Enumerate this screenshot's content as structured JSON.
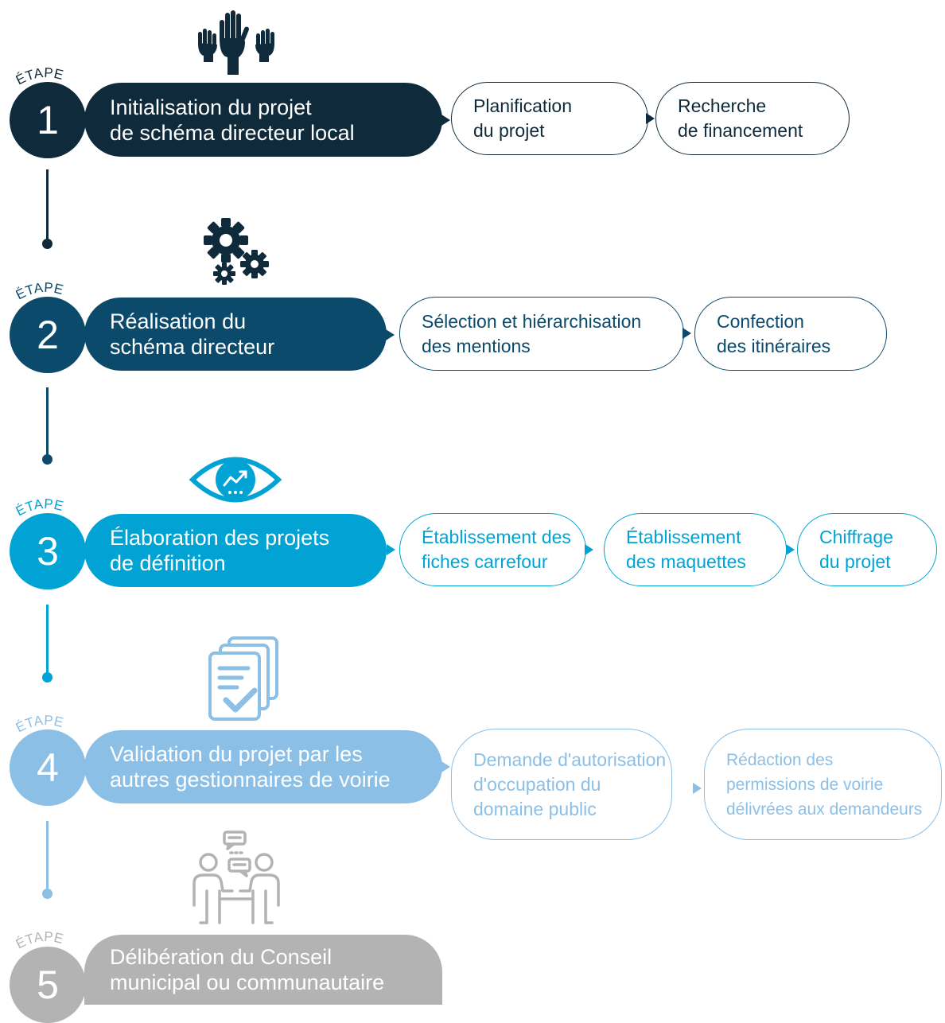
{
  "colors": {
    "step1": "#0e2a3b",
    "step2": "#0b4a6b",
    "step3": "#00a3d3",
    "step4": "#8bbfe6",
    "step5": "#b3b3b3"
  },
  "steps": [
    {
      "label": "ÉTAPE",
      "number": "1",
      "title": "Initialisation du projet\nde schéma directeur local",
      "icon": "raised-hands-icon",
      "substeps": [
        "Planification\ndu projet",
        "Recherche\nde financement"
      ]
    },
    {
      "label": "ÉTAPE",
      "number": "2",
      "title": "Réalisation du\nschéma directeur",
      "icon": "gears-icon",
      "substeps": [
        "Sélection et hiérarchisation\ndes mentions",
        "Confection\ndes itinéraires"
      ]
    },
    {
      "label": "ÉTAPE",
      "number": "3",
      "title": "Élaboration des projets\nde définition",
      "icon": "eye-chart-icon",
      "substeps": [
        "Établissement des\nfiches carrefour",
        "Établissement\ndes maquettes",
        "Chiffrage\ndu projet"
      ]
    },
    {
      "label": "ÉTAPE",
      "number": "4",
      "title": "Validation du projet par les\nautres gestionnaires de voirie",
      "icon": "document-check-icon",
      "substeps": [
        "Demande d'autorisation\nd'occupation du\ndomaine public",
        "Rédaction des\npermissions de voirie\ndélivrées aux demandeurs"
      ]
    },
    {
      "label": "ÉTAPE",
      "number": "5",
      "title": "Délibération du Conseil\nmunicipal ou communautaire",
      "icon": "meeting-icon",
      "substeps": []
    }
  ]
}
